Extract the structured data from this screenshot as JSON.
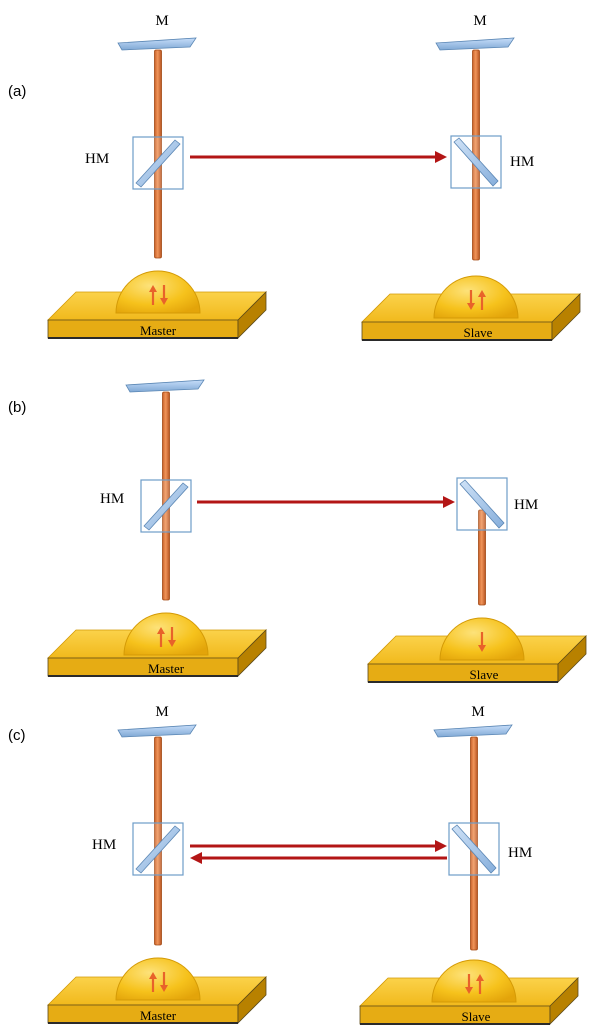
{
  "colors": {
    "beam_fill": "#e07b3a",
    "beam_stroke": "#a24a14",
    "mirror_fill": "#9ec4e6",
    "mirror_stroke": "#5a86b4",
    "box_stroke": "#6d9cc8",
    "red_arrow": "#b31515",
    "spin_arrow": "#e8622a",
    "dome_fill": "#f5c21b",
    "dome_stroke": "#d49a06",
    "base_top": "#f7c526",
    "base_front": "#e6ac14",
    "base_side": "#b88100",
    "base_edge": "#5c4a1a"
  },
  "panels": [
    {
      "label": "(a)",
      "left": {
        "mirror_label": "M",
        "hm_label": "HM",
        "base_label": "Master",
        "spin": "up-down"
      },
      "right": {
        "mirror_label": "M",
        "hm_label": "HM",
        "base_label": "Slave",
        "spin": "down-up"
      },
      "link": "one-way"
    },
    {
      "label": "(b)",
      "left": {
        "mirror_label": "",
        "hm_label": "HM",
        "base_label": "Master",
        "spin": "up-down"
      },
      "right": {
        "mirror_label": "",
        "hm_label": "HM",
        "base_label": "Slave",
        "spin": "down"
      },
      "link": "one-way"
    },
    {
      "label": "(c)",
      "left": {
        "mirror_label": "M",
        "hm_label": "HM",
        "base_label": "Master",
        "spin": "up-down"
      },
      "right": {
        "mirror_label": "M",
        "hm_label": "HM",
        "base_label": "Slave",
        "spin": "down-up"
      },
      "link": "two-way"
    }
  ]
}
